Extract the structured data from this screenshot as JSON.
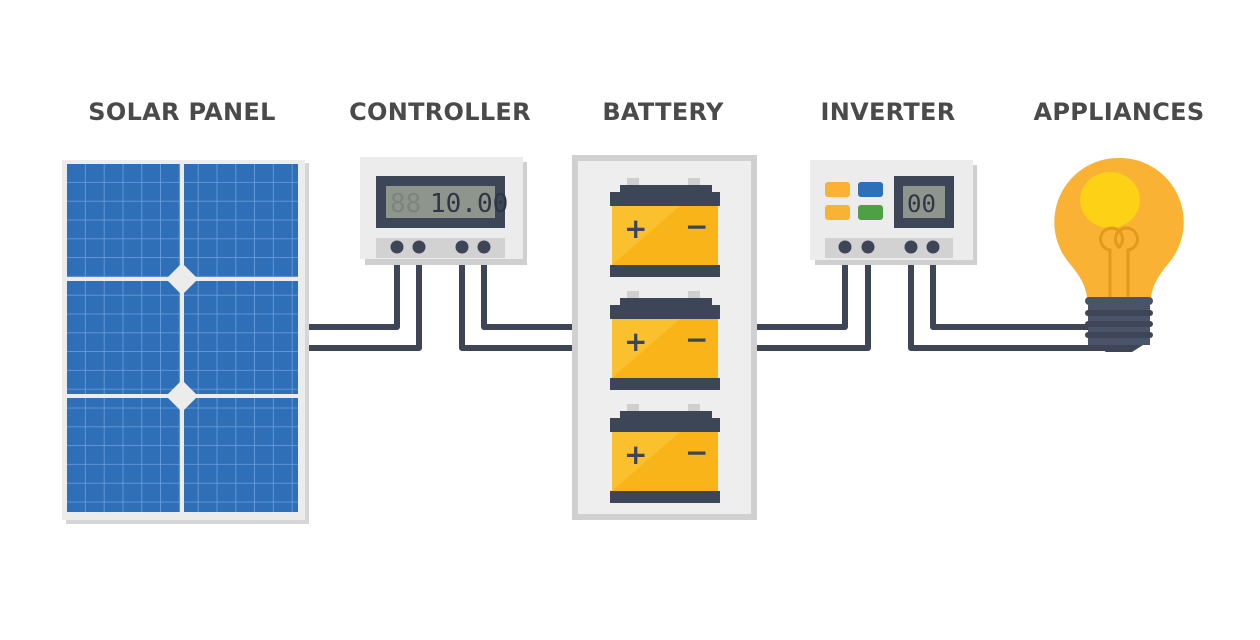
{
  "labels": {
    "solar_panel": "SOLAR PANEL",
    "controller": "CONTROLLER",
    "battery": "BATTERY",
    "inverter": "INVERTER",
    "appliances": "APPLIANCES"
  },
  "controller_display": "10.00",
  "inverter_display": "00",
  "battery_terminals": {
    "positive": "+",
    "negative": "−"
  },
  "colors": {
    "panel_blue": "#2f6fb8",
    "wire": "#3d4556",
    "battery_yellow": "#fbc02d",
    "bulb": "#f9b233",
    "inverter_buttons": [
      "#f9b233",
      "#2f6fb8",
      "#f9b233",
      "#4ea045"
    ]
  }
}
